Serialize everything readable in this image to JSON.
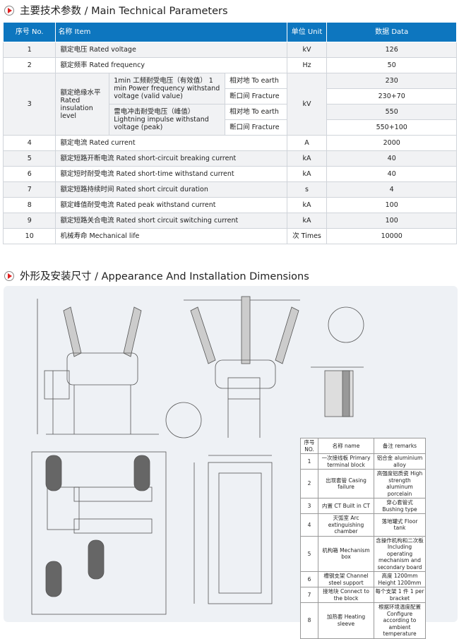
{
  "section1": {
    "title": "主要技术参数 / Main Technical Parameters"
  },
  "table": {
    "headers": [
      "序号 No.",
      "名称 Item",
      "单位 Unit",
      "数据 Data"
    ],
    "rows": [
      {
        "no": "1",
        "item": "额定电压 Rated voltage",
        "unit": "kV",
        "data": "126"
      },
      {
        "no": "2",
        "item": "额定频率 Rated frequency",
        "unit": "Hz",
        "data": "50"
      },
      {
        "no": "4",
        "item": "额定电流 Rated current",
        "unit": "A",
        "data": "2000"
      },
      {
        "no": "5",
        "item": "额定短路开断电流 Rated short-circuit breaking current",
        "unit": "kA",
        "data": "40"
      },
      {
        "no": "6",
        "item": "额定短时耐受电流 Rated short-time withstand current",
        "unit": "kA",
        "data": "40"
      },
      {
        "no": "7",
        "item": "额定短路持续时间 Rated short circuit duration",
        "unit": "s",
        "data": "4"
      },
      {
        "no": "8",
        "item": "额定峰值耐受电流 Rated peak withstand current",
        "unit": "kA",
        "data": "100"
      },
      {
        "no": "9",
        "item": "额定短路关合电流 Rated short circuit switching current",
        "unit": "kA",
        "data": "100"
      },
      {
        "no": "10",
        "item": "机械寿命 Mechanical life",
        "unit": "次 Times",
        "data": "10000"
      }
    ],
    "insulation": {
      "no": "3",
      "label": "额定绝缘水平 Rated insulation level",
      "unit": "kV",
      "pf": "1min 工频耐受电压（有效值） 1 min Power frequency withstand voltage (valid value)",
      "li": "雷电冲击耐受电压（峰值） Lightning impulse withstand voltage (peak)",
      "earth": "相对地 To earth",
      "fracture": "断口间 Fracture",
      "values": [
        "230",
        "230+70",
        "550",
        "550+100"
      ]
    }
  },
  "section2": {
    "title": "外形及安装尺寸 / Appearance And Installation Dimensions"
  },
  "remarks": {
    "headers": [
      "序号 NO.",
      "名称 name",
      "备注 remarks"
    ],
    "rows": [
      [
        "1",
        "一次接线板 Primary terminal block",
        "铝合金 aluminium alloy"
      ],
      [
        "2",
        "出现套管 Casing failure",
        "高强度铝质瓷 High strength aluminum porcelain"
      ],
      [
        "3",
        "内置 CT Built in CT",
        "穿心套管式 Bushing type"
      ],
      [
        "4",
        "灭弧室 Arc extinguishing chamber",
        "落地罐式 Floor tank"
      ],
      [
        "5",
        "机构箱 Mechanism box",
        "含操作机构和二次板 Including operating mechanism and secondary board"
      ],
      [
        "6",
        "槽钢支架 Channel steel support",
        "高度 1200mm Height 1200mm"
      ],
      [
        "7",
        "接地块 Connect to the block",
        "每个支架 1 件 1 per bracket"
      ],
      [
        "8",
        "加热套 Heating sleeve",
        "根据环境温度配置 Configure according to ambient temperature"
      ]
    ]
  }
}
